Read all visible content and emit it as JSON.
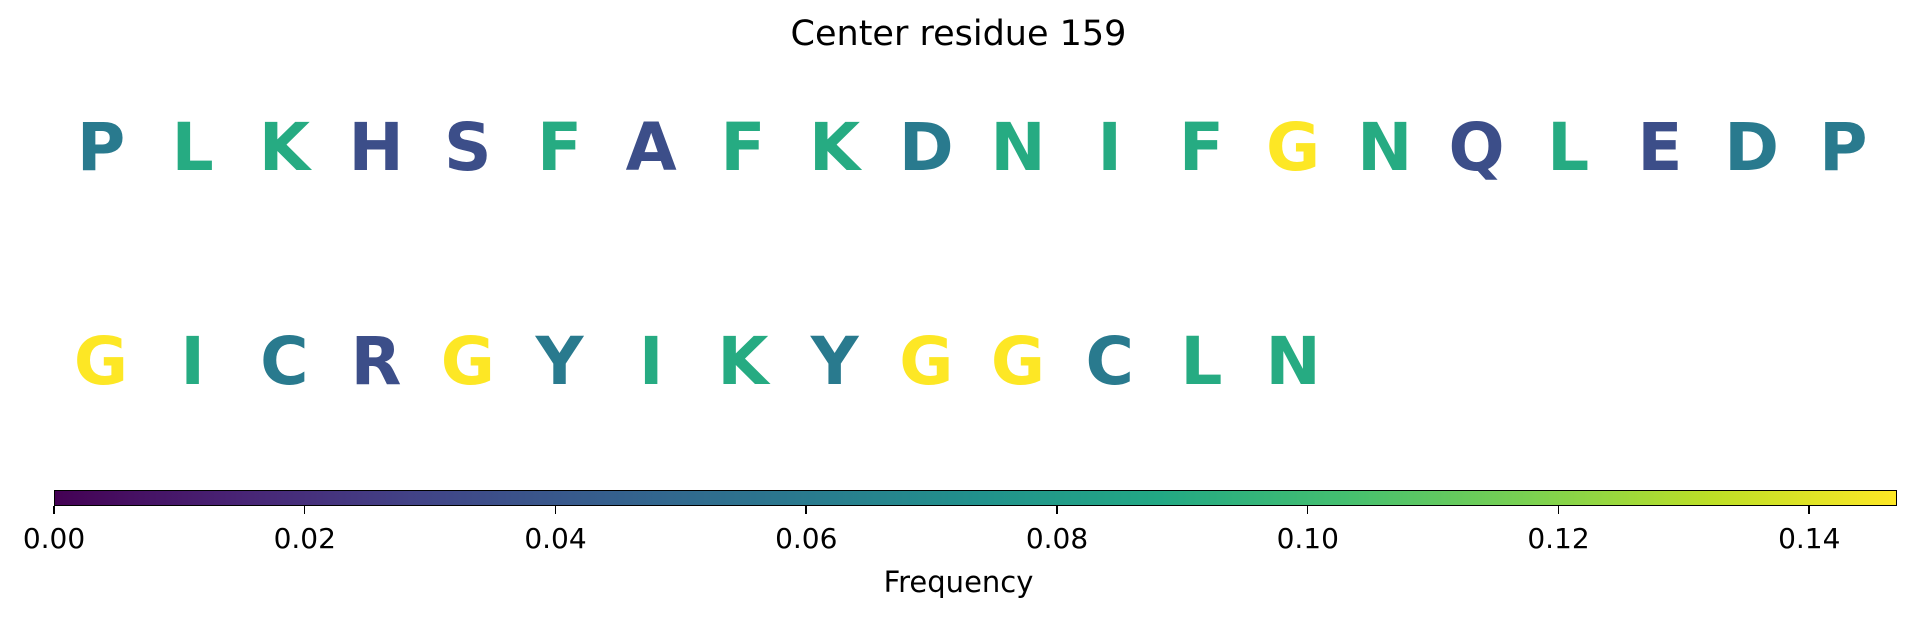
{
  "chart_data": {
    "type": "sequence-logo",
    "title": "Center residue 159",
    "rows": [
      {
        "residues": [
          "P",
          "L",
          "K",
          "H",
          "S",
          "F",
          "A",
          "F",
          "K",
          "D",
          "N",
          "I",
          "F",
          "G",
          "N",
          "Q",
          "L",
          "E",
          "D",
          "P"
        ],
        "values": [
          0.06,
          0.09,
          0.09,
          0.035,
          0.035,
          0.09,
          0.035,
          0.09,
          0.09,
          0.06,
          0.09,
          0.09,
          0.09,
          0.147,
          0.09,
          0.035,
          0.09,
          0.035,
          0.06,
          0.06
        ]
      },
      {
        "residues": [
          "G",
          "I",
          "C",
          "R",
          "G",
          "Y",
          "I",
          "K",
          "Y",
          "G",
          "G",
          "C",
          "L",
          "N"
        ],
        "values": [
          0.147,
          0.09,
          0.06,
          0.035,
          0.147,
          0.06,
          0.09,
          0.09,
          0.06,
          0.147,
          0.147,
          0.06,
          0.09,
          0.09
        ]
      }
    ],
    "colorbar": {
      "colormap": "viridis",
      "range": [
        0.0,
        0.147
      ],
      "ticks": [
        0.0,
        0.02,
        0.04,
        0.06,
        0.08,
        0.1,
        0.12,
        0.14
      ],
      "tick_labels": [
        "0.00",
        "0.02",
        "0.04",
        "0.06",
        "0.08",
        "0.10",
        "0.12",
        "0.14"
      ],
      "label": "Frequency",
      "orientation": "horizontal"
    }
  }
}
